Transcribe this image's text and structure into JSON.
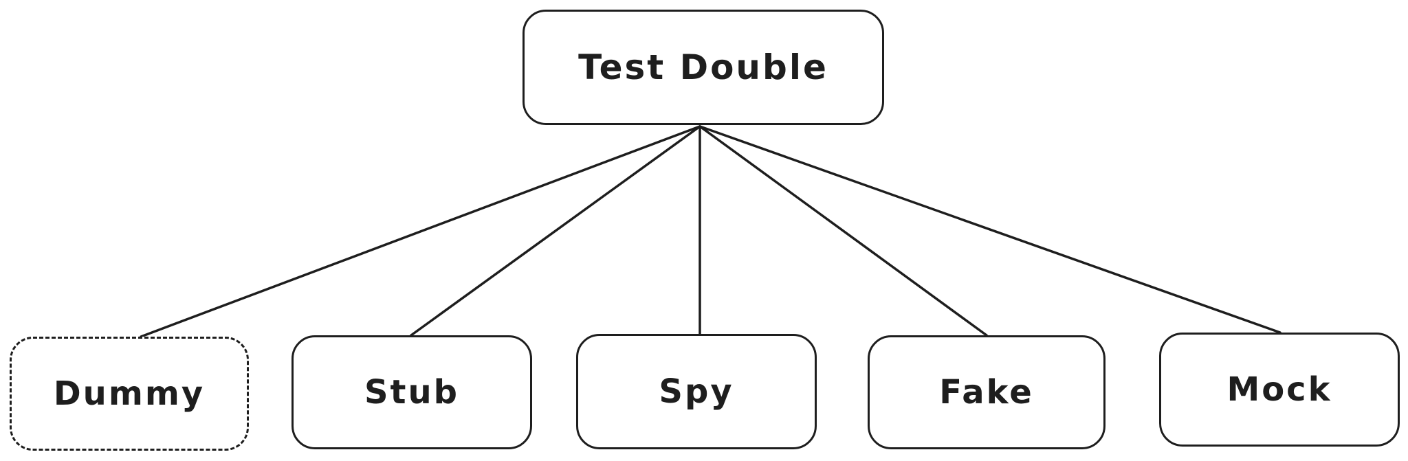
{
  "root": {
    "label": "Test Double"
  },
  "children": [
    {
      "id": "dummy",
      "label": "Dummy",
      "style": "dashed"
    },
    {
      "id": "stub",
      "label": "Stub",
      "style": "solid"
    },
    {
      "id": "spy",
      "label": "Spy",
      "style": "solid"
    },
    {
      "id": "fake",
      "label": "Fake",
      "style": "solid"
    },
    {
      "id": "mock",
      "label": "Mock",
      "style": "solid"
    }
  ],
  "colors": {
    "stroke": "#1e1e1e",
    "background": "#ffffff"
  }
}
